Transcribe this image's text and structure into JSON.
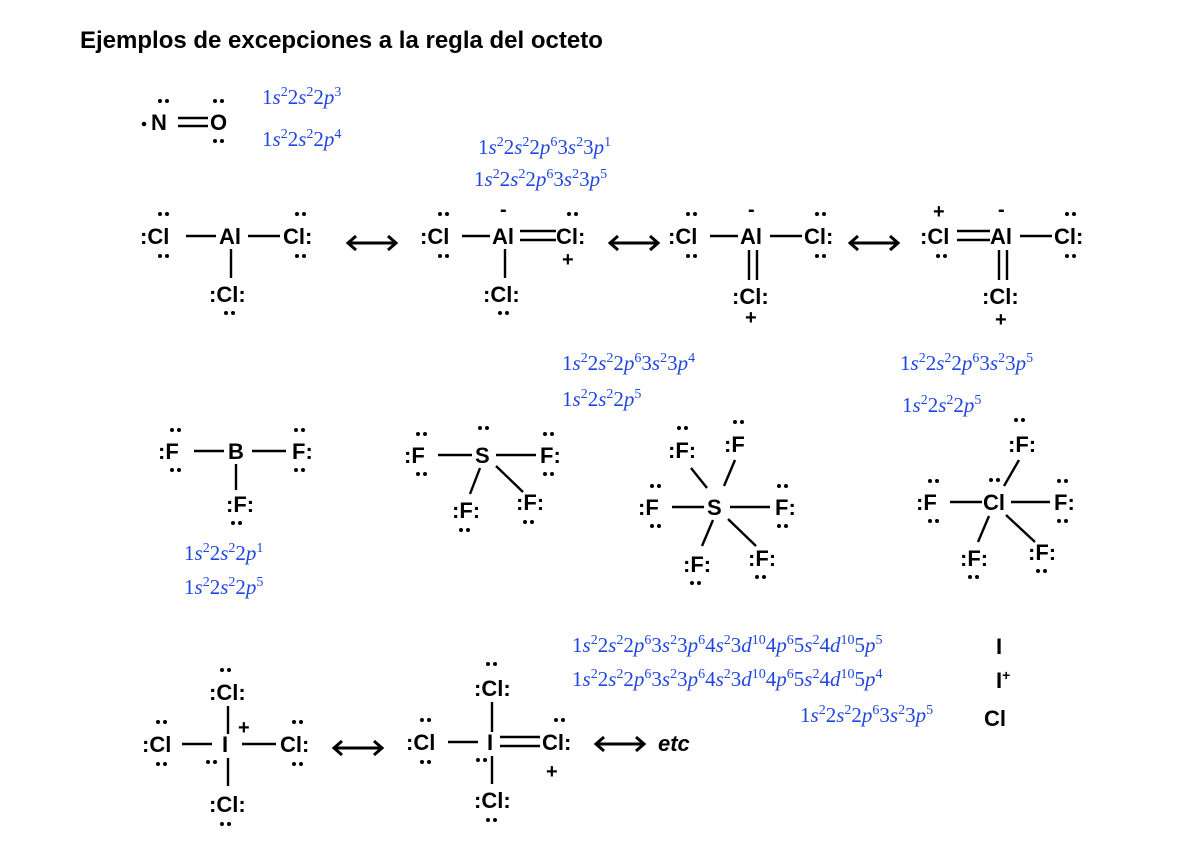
{
  "title": "Ejemplos de excepciones a la regla del octeto",
  "atoms": {
    "N": "N",
    "O": "O",
    "Cl": "Cl",
    "Al": "Al",
    "B": "B",
    "F": "F",
    "S": "S",
    "I": "I"
  },
  "charges": {
    "plus": "+",
    "minus": "-"
  },
  "etc": "etc",
  "config_symbols": {
    "I": "I",
    "I_plus": "I",
    "I_plus_sign": "+",
    "Cl": "Cl"
  },
  "colors": {
    "config_blue": "#1f46e0",
    "ink": "#000000"
  },
  "configs": {
    "N": [
      [
        "1",
        "s",
        "2",
        "2",
        "s",
        "2",
        "2",
        "p",
        "3"
      ]
    ],
    "O": [
      [
        "1",
        "s",
        "2",
        "2",
        "s",
        "2",
        "2",
        "p",
        "4"
      ]
    ],
    "Al": "1s²2s²2p⁶3s²3p¹",
    "Cl": "1s²2s²2p⁶3s²3p⁵",
    "S": "1s²2s²2p⁶3s²3p⁴",
    "F": "1s²2s²2p⁵",
    "B": "1s²2s²2p¹",
    "I": "1s²2s²2p⁶3s²3p⁶4s²3d¹⁰4p⁶5s²4d¹⁰5p⁵",
    "I_plus": "1s²2s²2p⁶3s²3p⁶4s²3d¹⁰4p⁶5s²4d¹⁰5p⁴"
  }
}
